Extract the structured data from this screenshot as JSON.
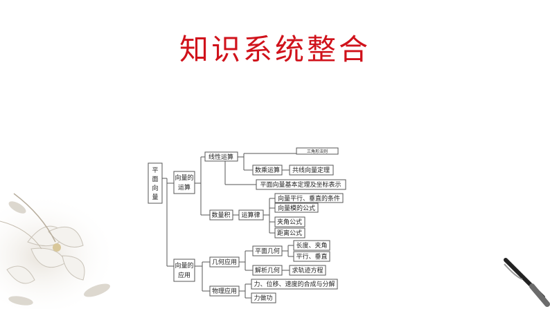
{
  "title": "知识系统整合",
  "root": {
    "lines": [
      "平",
      "面",
      "向",
      "量"
    ]
  },
  "branch1": {
    "lines": [
      "向量的",
      "运算"
    ]
  },
  "branch2": {
    "lines": [
      "向量的",
      "应用"
    ]
  },
  "linear_ops": "线性运算",
  "linear_ops_top_child": "三角形法则",
  "scalar_mult": "数乘运算",
  "collinear_theorem": "共线向量定理",
  "basic_theorem": "平面向量基本定理及坐标表示",
  "dot_product": "数量积",
  "op_laws": "运算律",
  "parallel_perp_cond": "向量平行、垂直的条件",
  "magnitude_formula": "向量模的公式",
  "angle_formula": "夹角公式",
  "distance_formula": "距离公式",
  "geometry_app": "几何应用",
  "plane_geometry": "平面几何",
  "length_angle": "长度、夹角",
  "parallel_perp": "平行、垂直",
  "analytic_geometry": "解析几何",
  "locus_equation": "求轨迹方程",
  "physics_app": "物理应用",
  "force_composition": "力、位移、速度的合成与分解",
  "work_by_force": "力做功"
}
